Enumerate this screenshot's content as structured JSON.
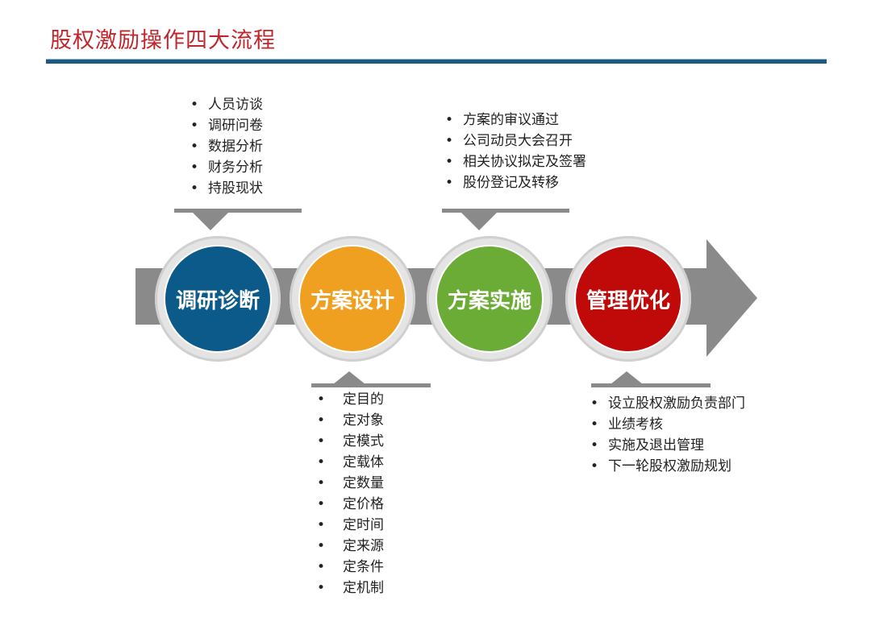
{
  "title": "股权激励操作四大流程",
  "steps": [
    {
      "label": "调研诊断",
      "color": "#0b5a8a",
      "items": [
        "人员访谈",
        "调研问卷",
        "数据分析",
        "财务分析",
        "持股现状"
      ]
    },
    {
      "label": "方案设计",
      "color": "#f0a020",
      "items": [
        "定目的",
        "定对象",
        "定模式",
        "定载体",
        "定数量",
        "定价格",
        "定时间",
        "定来源",
        "定条件",
        "定机制"
      ]
    },
    {
      "label": "方案实施",
      "color": "#6aac35",
      "items": [
        "方案的审议通过",
        "公司动员大会召开",
        "相关协议拟定及签署",
        "股份登记及转移"
      ]
    },
    {
      "label": "管理优化",
      "color": "#c00a0a",
      "items": [
        "设立股权激励负责部门",
        "业绩考核",
        "实施及退出管理",
        "下一轮股权激励规划"
      ]
    }
  ]
}
